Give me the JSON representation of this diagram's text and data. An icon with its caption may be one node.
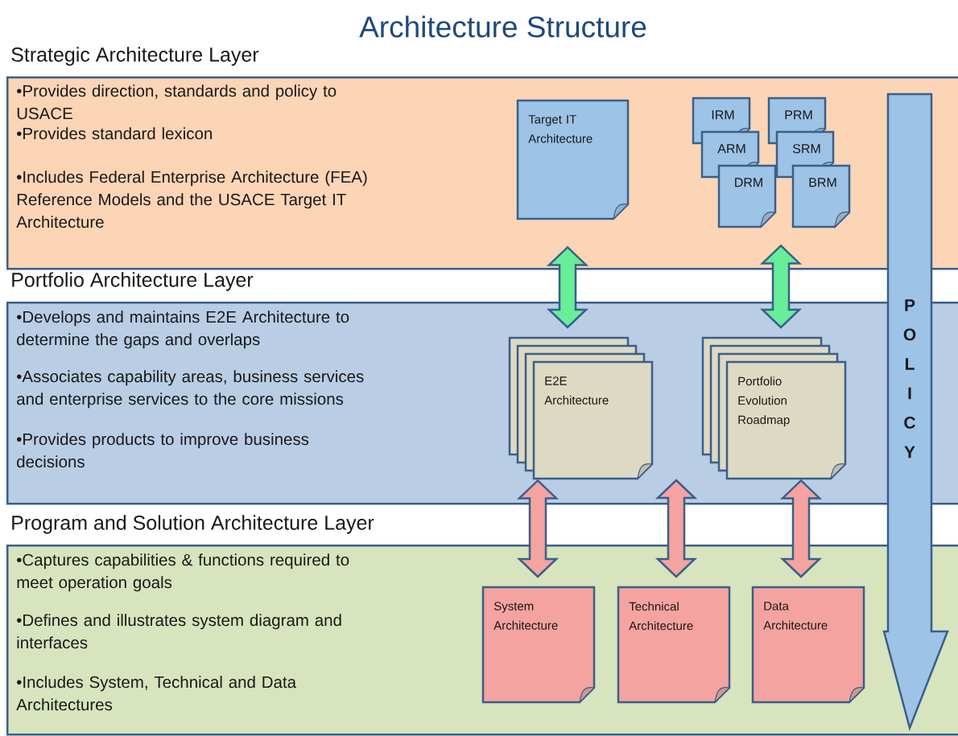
{
  "diagram": {
    "title": "Architecture Structure",
    "nodes": [
      {
        "text": [
          "Strategic Architecture Layer",
          "•Provides direction, standards and policy to USACE",
          "•Provides standard lexicon",
          "•Includes Federal Enterprise Architecture (FEA) Reference Models and the USACE Target IT Architecture"
        ]
      },
      {
        "text": [
          "Target IT Architecture"
        ],
        "in": 0
      },
      {
        "text": [
          "IRM"
        ],
        "in": 0
      },
      {
        "text": [
          "PRM"
        ],
        "in": 0
      },
      {
        "text": [
          "ARM"
        ],
        "in": 0
      },
      {
        "text": [
          "SRM"
        ],
        "in": 0
      },
      {
        "text": [
          "DRM"
        ],
        "in": 0
      },
      {
        "text": [
          "BRM"
        ],
        "in": 0
      },
      {
        "text": [
          "Portfolio Architecture Layer",
          "•Develops and maintains E2E Architecture to determine the gaps and overlaps",
          "•Associates capability areas, business services and enterprise services to the core missions",
          "•Provides products to improve business decisions"
        ]
      },
      {
        "text": [
          "E2E Architecture"
        ],
        "in": 8
      },
      {
        "text": [
          "Portfolio Evolution Roadmap"
        ],
        "in": 8
      },
      {
        "text": [
          "Program and Solution Architecture Layer",
          "•Captures capabilities & functions required to meet operation goals",
          "•Defines and illustrates system diagram and interfaces",
          "•Includes System, Technical and Data Architectures"
        ]
      },
      {
        "text": [
          "System Architecture"
        ],
        "in": 11
      },
      {
        "text": [
          "Technical Architecture"
        ],
        "in": 11
      },
      {
        "text": [
          "Data Architecture"
        ],
        "in": 11
      },
      {
        "text": [
          "POLICY"
        ]
      }
    ],
    "edges": [
      {
        "from": 1,
        "to": 9,
        "arrow": "both",
        "color": "#66ee99"
      },
      {
        "from": 6,
        "to": 10,
        "arrow": "both",
        "color": "#66ee99"
      },
      {
        "from": 9,
        "to": 12,
        "arrow": "both"
      },
      {
        "from": null,
        "to": 13,
        "arrow": "both"
      },
      {
        "from": 10,
        "to": 14,
        "arrow": "both"
      }
    ]
  }
}
